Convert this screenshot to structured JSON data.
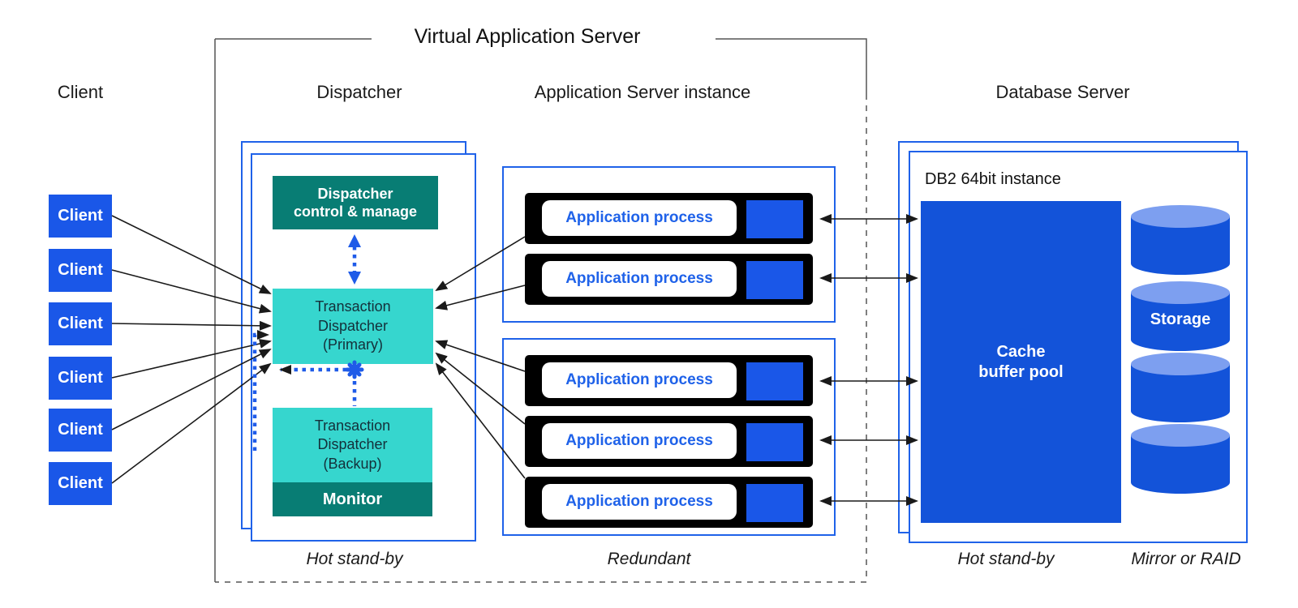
{
  "title": "Virtual Application Server",
  "column_headers": {
    "client": "Client",
    "dispatcher": "Dispatcher",
    "app_server": "Application Server instance",
    "database": "Database Server"
  },
  "clients": [
    {
      "label": "Client"
    },
    {
      "label": "Client"
    },
    {
      "label": "Client"
    },
    {
      "label": "Client"
    },
    {
      "label": "Client"
    },
    {
      "label": "Client"
    }
  ],
  "dispatcher": {
    "control_label": "Dispatcher\ncontrol & manage",
    "primary_label": "Transaction\nDispatcher\n(Primary)",
    "backup_label": "Transaction\nDispatcher\n(Backup)",
    "monitor_label": "Monitor",
    "note": "Hot stand-by"
  },
  "app_server": {
    "processes": [
      {
        "label": "Application process"
      },
      {
        "label": "Application process"
      },
      {
        "label": "Application process"
      },
      {
        "label": "Application process"
      },
      {
        "label": "Application process"
      }
    ],
    "note": "Redundant"
  },
  "database": {
    "instance_label": "DB2 64bit instance",
    "cache_label": "Cache\nbuffer pool",
    "storage_label": "Storage",
    "note_hot_standby": "Hot stand-by",
    "note_mirror": "Mirror or RAID"
  },
  "colors": {
    "client_blue": "#1a57e8",
    "panel_border_blue": "#1f62e9",
    "teal_dark": "#087d74",
    "teal_light": "#36d6ce",
    "process_text_blue": "#1f62e9",
    "cache_blue": "#1353d9",
    "cylinder_blue": "#1353d9",
    "cylinder_top_blue": "#7d9ff0",
    "dotted_arrow_blue": "#1f5be8",
    "arrow_black": "#1a1a1a",
    "boundary_gray": "#555555"
  }
}
